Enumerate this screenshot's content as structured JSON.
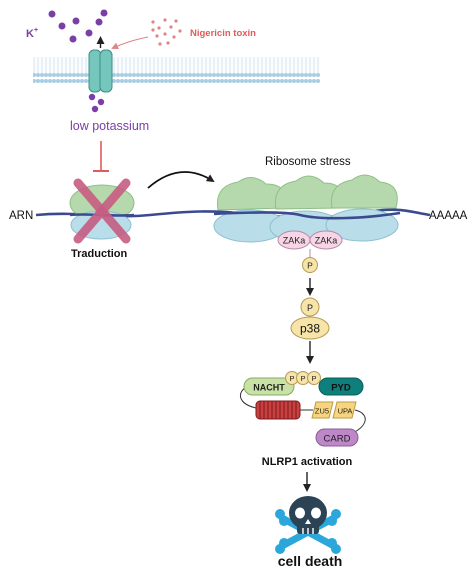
{
  "labels": {
    "potassium_ion": "K",
    "potassium_charge": "+",
    "toxin": "Nigericin toxin",
    "low_potassium": "low potassium",
    "arn": "ARN",
    "traduction": "Traduction",
    "ribosome_stress": "Ribosome stress",
    "polya": "AAAAA",
    "zaka_1": "ZAKa",
    "zaka_2": "ZAKa",
    "phospho_1": "P",
    "phospho_2": "P",
    "p38": "p38",
    "phospho_3": "P",
    "phospho_4": "P",
    "phospho_5": "P",
    "nacht": "NACHT",
    "pyd": "PYD",
    "zu5": "ZU5",
    "upa": "UPA",
    "card": "CARD",
    "nlrp1_activation": "NLRP1 activation",
    "cell_death": "cell death"
  },
  "colors": {
    "membrane_head": "#a7cde4",
    "membrane_tail": "#d3e8f3",
    "channel": "#75c7be",
    "potassium": "#7a3fa7",
    "toxin": "#e08585",
    "inhibitor": "#e15b5b",
    "ribosome_large": "#b5d9ad",
    "ribosome_small": "#b9dde9",
    "cross": "#c75d82",
    "mrna": "#3b4a8f",
    "phospho": "#f6e4a8",
    "nacht": "#c8e2a5",
    "pyd": "#0e7f7a",
    "lrr": "#b52b2b",
    "zu5_upa": "#f7d57f",
    "card": "#bd87c8",
    "skull": "#2c4356",
    "bones": "#2ba7dc"
  }
}
